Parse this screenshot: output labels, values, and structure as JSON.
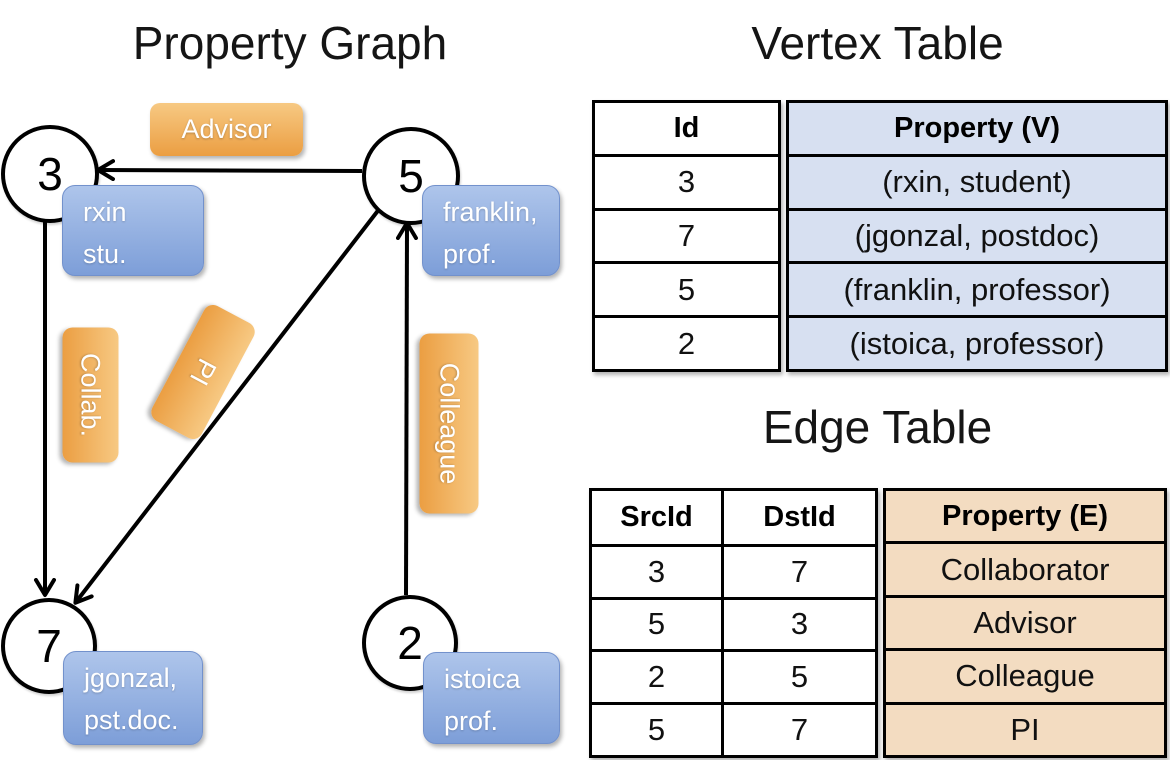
{
  "graph": {
    "title": "Property Graph",
    "nodes": [
      {
        "id": "3",
        "line1": "rxin",
        "line2": "stu."
      },
      {
        "id": "5",
        "line1": "franklin,",
        "line2": "prof."
      },
      {
        "id": "7",
        "line1": "jgonzal,",
        "line2": "pst.doc."
      },
      {
        "id": "2",
        "line1": "istoica",
        "line2": "prof."
      }
    ],
    "edge_labels": {
      "advisor": "Advisor",
      "collab": "Collab.",
      "pi": "PI",
      "colleague": "Colleague"
    }
  },
  "vertex_table": {
    "title": "Vertex Table",
    "columns": {
      "id": "Id",
      "property": "Property (V)"
    },
    "rows": [
      {
        "id": "3",
        "property": "(rxin, student)"
      },
      {
        "id": "7",
        "property": "(jgonzal, postdoc)"
      },
      {
        "id": "5",
        "property": "(franklin, professor)"
      },
      {
        "id": "2",
        "property": "(istoica, professor)"
      }
    ]
  },
  "edge_table": {
    "title": "Edge Table",
    "columns": {
      "src": "SrcId",
      "dst": "DstId",
      "property": "Property (E)"
    },
    "rows": [
      {
        "src": "3",
        "dst": "7",
        "property": "Collaborator"
      },
      {
        "src": "5",
        "dst": "3",
        "property": "Advisor"
      },
      {
        "src": "2",
        "dst": "5",
        "property": "Colleague"
      },
      {
        "src": "5",
        "dst": "7",
        "property": "PI"
      }
    ]
  },
  "colors": {
    "orange-top": "#f7c983",
    "orange-bottom": "#eb9e42",
    "blue-top": "#aec5eb",
    "blue-bottom": "#7d9ed8",
    "vertex-prop-bg": "#d7e0f1",
    "edge-prop-bg": "#f3dcc1"
  }
}
